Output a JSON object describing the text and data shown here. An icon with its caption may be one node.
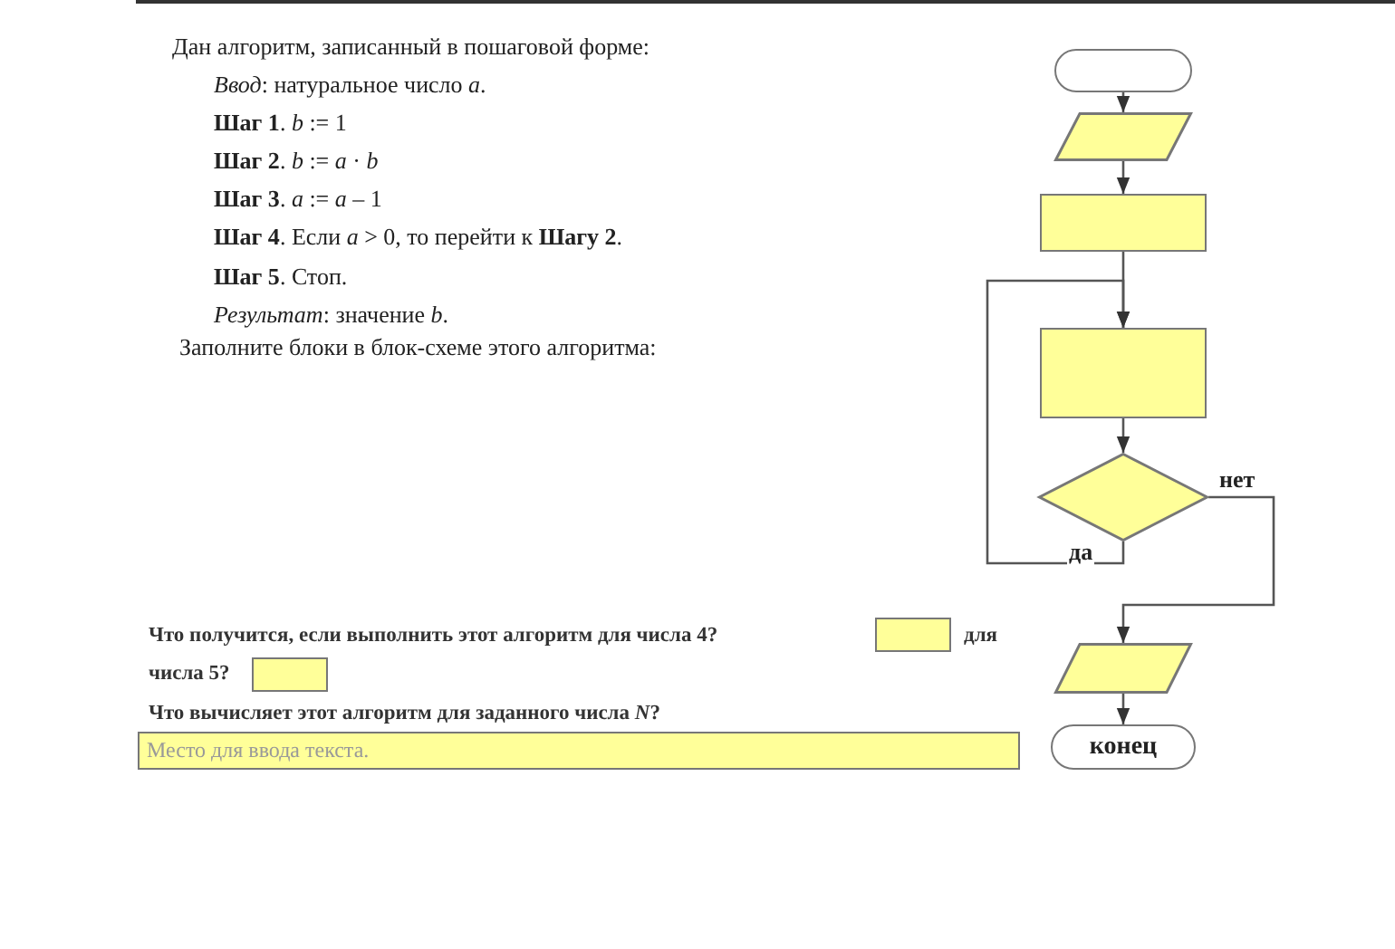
{
  "diagram": {
    "nodes": [
      {
        "text": [],
        "shape": "terminator"
      },
      {
        "text": [],
        "shape": "parallelogram"
      },
      {
        "text": [],
        "shape": "box"
      },
      {
        "text": [],
        "shape": "box"
      },
      {
        "text": [],
        "shape": "diamond"
      },
      {
        "text": [],
        "shape": "parallelogram"
      },
      {
        "text": [
          "конец"
        ]
      }
    ],
    "edges": [
      {
        "from": 0,
        "to": 1,
        "arrow": "to"
      },
      {
        "from": 1,
        "to": 2,
        "arrow": "to"
      },
      {
        "from": 2,
        "to": 3,
        "arrow": "to"
      },
      {
        "from": 3,
        "to": 4,
        "arrow": "to"
      },
      {
        "from": 4,
        "to": 3,
        "arrow": "to",
        "label": "да"
      },
      {
        "from": 4,
        "to": 5,
        "arrow": "to",
        "label": "нет"
      },
      {
        "from": 5,
        "to": 6,
        "arrow": "to"
      }
    ],
    "labels": [
      "Дан алгоритм, записанный в пошаговой форме:",
      "*Ввод*: натуральное число *a*.",
      "**Шаг 1**. *b* := 1",
      "**Шаг 2**. *b* := *a* · *b*",
      "**Шаг 3**. *a* := *a* – 1",
      "**Шаг 4**. Если *a* > 0, то перейти к **Шагу 2**.",
      "**Шаг 5**. Стоп.",
      "*Результат*: значение *b*.",
      "Заполните блоки в блок-схеме этого алгоритма:",
      "Что получится, если выполнить этот алгоритм для числа 4?",
      "для",
      "числа 5?",
      "Что вычисляет этот алгоритм для заданного числа *N*?",
      "Место для ввода текста."
    ]
  }
}
